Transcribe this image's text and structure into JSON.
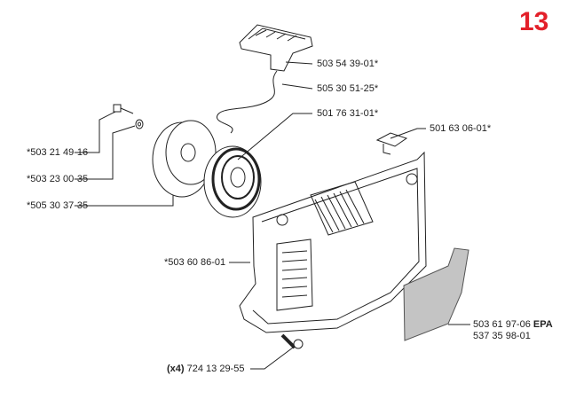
{
  "figure_number": "13",
  "accent_color": "#e3202a",
  "parts": [
    {
      "id": "starter-handle",
      "label": "503 54 39-01*"
    },
    {
      "id": "starter-cord",
      "label": "505 30 51-25*"
    },
    {
      "id": "recoil-spring",
      "label": "501 76 31-01*"
    },
    {
      "id": "grommet",
      "label": "501 63 06-01*"
    },
    {
      "id": "screw",
      "label": "*503 21 49-16"
    },
    {
      "id": "washer",
      "label": "*503 23 00-35"
    },
    {
      "id": "pulley",
      "label": "*505 30 37-35"
    },
    {
      "id": "starter-housing",
      "label": "*503 60 86-01"
    },
    {
      "id": "decal",
      "label": "503 61 97-06",
      "suffix": "EPA",
      "label2": "537 35 98-01"
    },
    {
      "id": "housing-screw",
      "qty": "(x4)",
      "label": "724 13 29-55"
    }
  ]
}
